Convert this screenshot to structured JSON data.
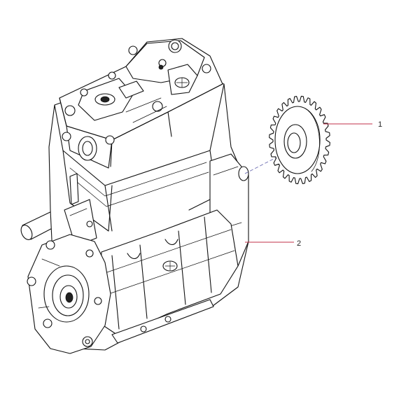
{
  "callouts": [
    {
      "label": "1",
      "part": "gear"
    },
    {
      "label": "2",
      "part": "compressor"
    }
  ],
  "colors": {
    "leader": "#c0304a",
    "axis": "#7a7ab8",
    "outline": "#111111"
  }
}
